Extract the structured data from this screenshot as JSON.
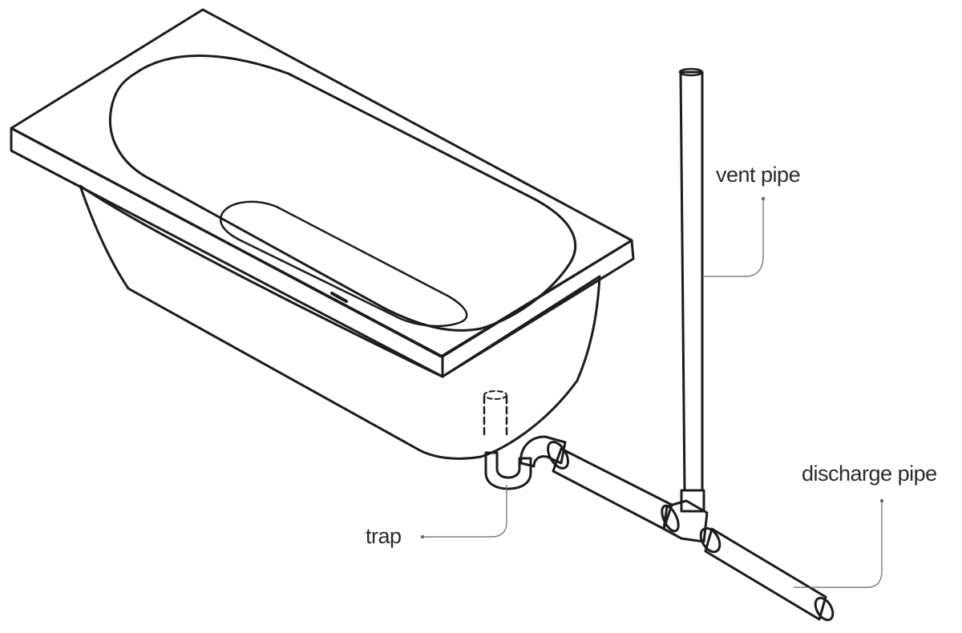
{
  "labels": {
    "vent_pipe": "vent pipe",
    "discharge_pipe": "discharge pipe",
    "trap": "trap"
  },
  "colors": {
    "background": "#ffffff",
    "outline": "#1c1c1c",
    "tub_fill": "#ffffff",
    "tub_shade": "#eef1f5",
    "pipe_fill": "#f4f5f8",
    "vent_fill": "#cdd3e6",
    "trap_water": "#bfe3f2",
    "leader_line": "#666666"
  }
}
